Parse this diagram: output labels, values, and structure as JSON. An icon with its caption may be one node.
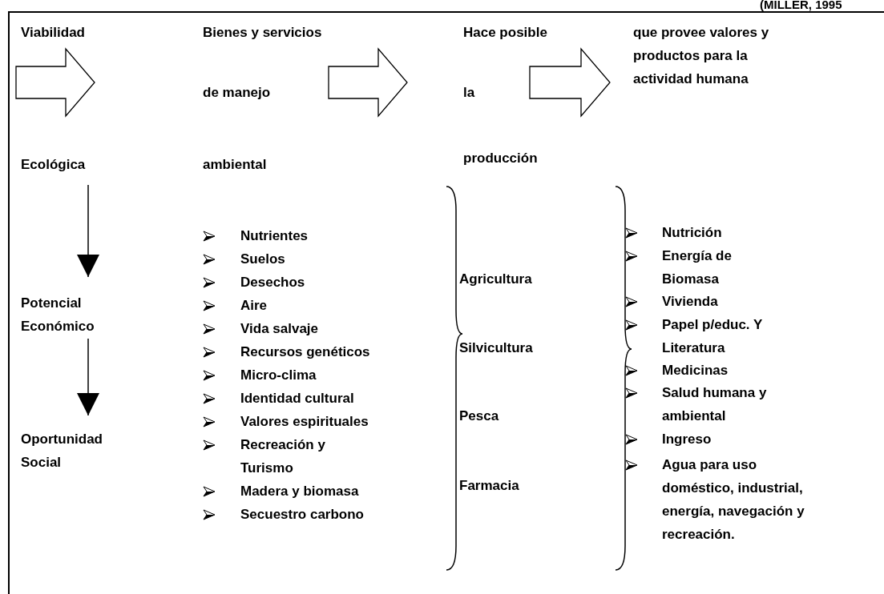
{
  "diagram": {
    "nodes": [
      {
        "text": [
          "Viabilidad"
        ]
      },
      {
        "text": [
          "Ecológica"
        ]
      },
      {
        "text": [
          "Bienes y servicios"
        ]
      },
      {
        "text": [
          "de manejo"
        ]
      },
      {
        "text": [
          "ambiental"
        ]
      },
      {
        "text": [
          "Hace posible"
        ]
      },
      {
        "text": [
          "la"
        ]
      },
      {
        "text": [
          "producción"
        ]
      },
      {
        "text": [
          "que provee valores y productos para la actividad humana"
        ]
      },
      {
        "text": [
          "Potencial Económico"
        ]
      },
      {
        "text": [
          "Oportunidad Social"
        ]
      }
    ],
    "edges": [
      {
        "from": 0,
        "to": null,
        "arrow": "to",
        "style": "thick"
      },
      {
        "from": 3,
        "to": 6,
        "arrow": "to",
        "style": "thick"
      },
      {
        "from": 6,
        "to": 8,
        "arrow": "to",
        "style": "thick"
      },
      {
        "from": 1,
        "to": 9,
        "arrow": "to"
      },
      {
        "from": 9,
        "to": 10,
        "arrow": "to"
      }
    ],
    "labels": [
      "(MILLER, 1995",
      "Nutrientes",
      "Suelos",
      "Desechos",
      "Aire",
      "Vida salvaje",
      "Recursos genéticos",
      "Micro-clima",
      "Identidad cultural",
      "Valores espirituales",
      "Recreación y Turismo",
      "Madera y biomasa",
      "Secuestro carbono",
      "Agricultura",
      "Silvicultura",
      "Pesca",
      "Farmacia",
      "Nutrición",
      "Energía de Biomasa",
      "Vivienda",
      "Papel p/educ. Y Literatura",
      "Medicinas",
      "Salud humana y ambiental",
      "Ingreso",
      "Agua para uso doméstico, industrial, energía, navegación y recreación."
    ]
  }
}
